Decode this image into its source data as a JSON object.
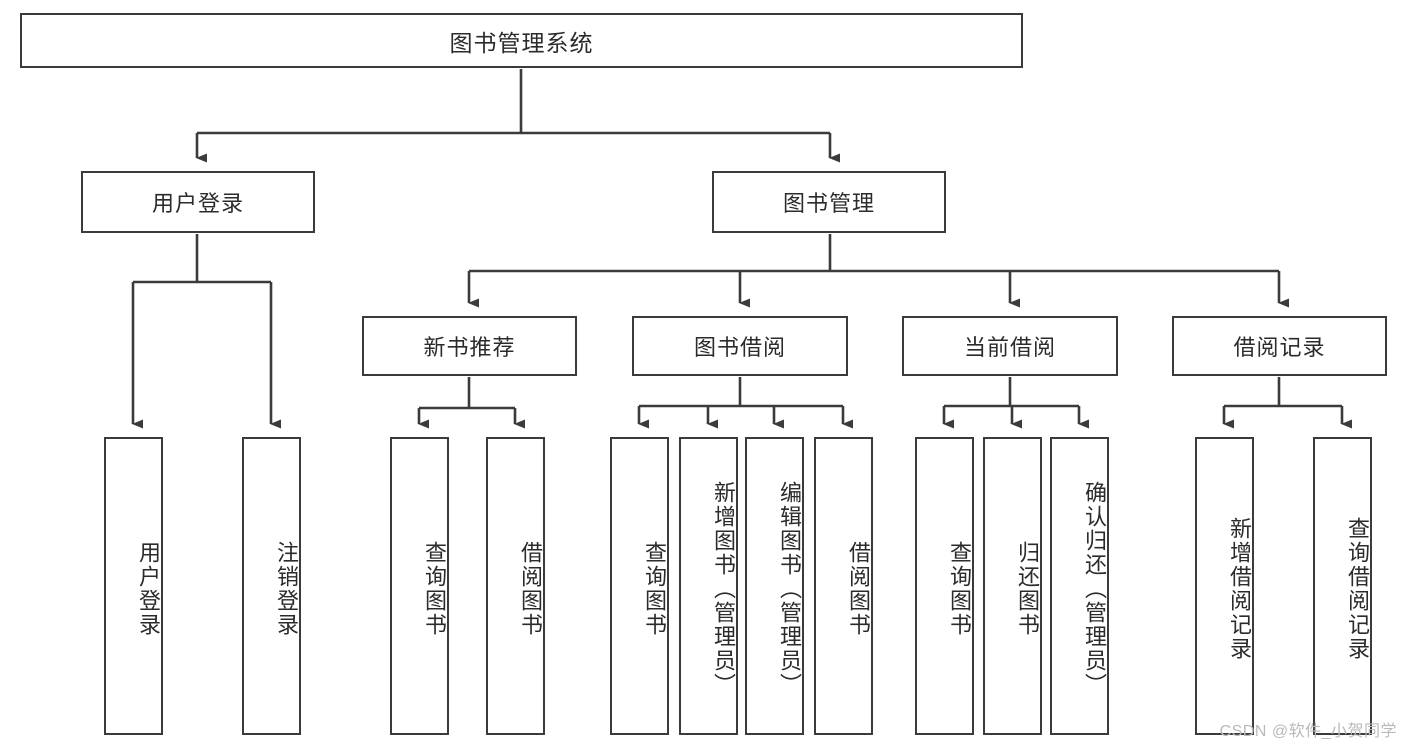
{
  "diagram": {
    "type": "tree",
    "title": "图书管理系统",
    "watermark": "CSDN @软件_小贺同学",
    "colors": {
      "stroke": "#3b3b3b",
      "fill": "#ffffff",
      "text": "#2b2b2b",
      "watermark": "#b9b9b9"
    },
    "root": {
      "label": "图书管理系统"
    },
    "level2": [
      {
        "id": "user-login",
        "label": "用户登录"
      },
      {
        "id": "book-manage",
        "label": "图书管理"
      }
    ],
    "level3": [
      {
        "id": "new-book-recommend",
        "label": "新书推荐",
        "parent": "book-manage"
      },
      {
        "id": "book-borrow",
        "label": "图书借阅",
        "parent": "book-manage"
      },
      {
        "id": "current-borrow",
        "label": "当前借阅",
        "parent": "book-manage"
      },
      {
        "id": "borrow-record",
        "label": "借阅记录",
        "parent": "book-manage"
      }
    ],
    "leaves": [
      {
        "id": "leaf-user-login",
        "label": "用户登录",
        "parent": "user-login"
      },
      {
        "id": "leaf-user-logout",
        "label": "注销登录",
        "parent": "user-login"
      },
      {
        "id": "leaf-query-book-1",
        "label": "查询图书",
        "parent": "new-book-recommend"
      },
      {
        "id": "leaf-borrow-book-1",
        "label": "借阅图书",
        "parent": "new-book-recommend"
      },
      {
        "id": "leaf-query-book-2",
        "label": "查询图书",
        "parent": "book-borrow"
      },
      {
        "id": "leaf-add-book",
        "label": "新增图书（管理员）",
        "parent": "book-borrow"
      },
      {
        "id": "leaf-edit-book",
        "label": "编辑图书（管理员）",
        "parent": "book-borrow"
      },
      {
        "id": "leaf-borrow-book-2",
        "label": "借阅图书",
        "parent": "book-borrow"
      },
      {
        "id": "leaf-query-book-3",
        "label": "查询图书",
        "parent": "current-borrow"
      },
      {
        "id": "leaf-return-book",
        "label": "归还图书",
        "parent": "current-borrow"
      },
      {
        "id": "leaf-confirm-return",
        "label": "确认归还（管理员）",
        "parent": "current-borrow"
      },
      {
        "id": "leaf-add-record",
        "label": "新增借阅记录",
        "parent": "borrow-record"
      },
      {
        "id": "leaf-query-record",
        "label": "查询借阅记录",
        "parent": "borrow-record"
      }
    ]
  }
}
